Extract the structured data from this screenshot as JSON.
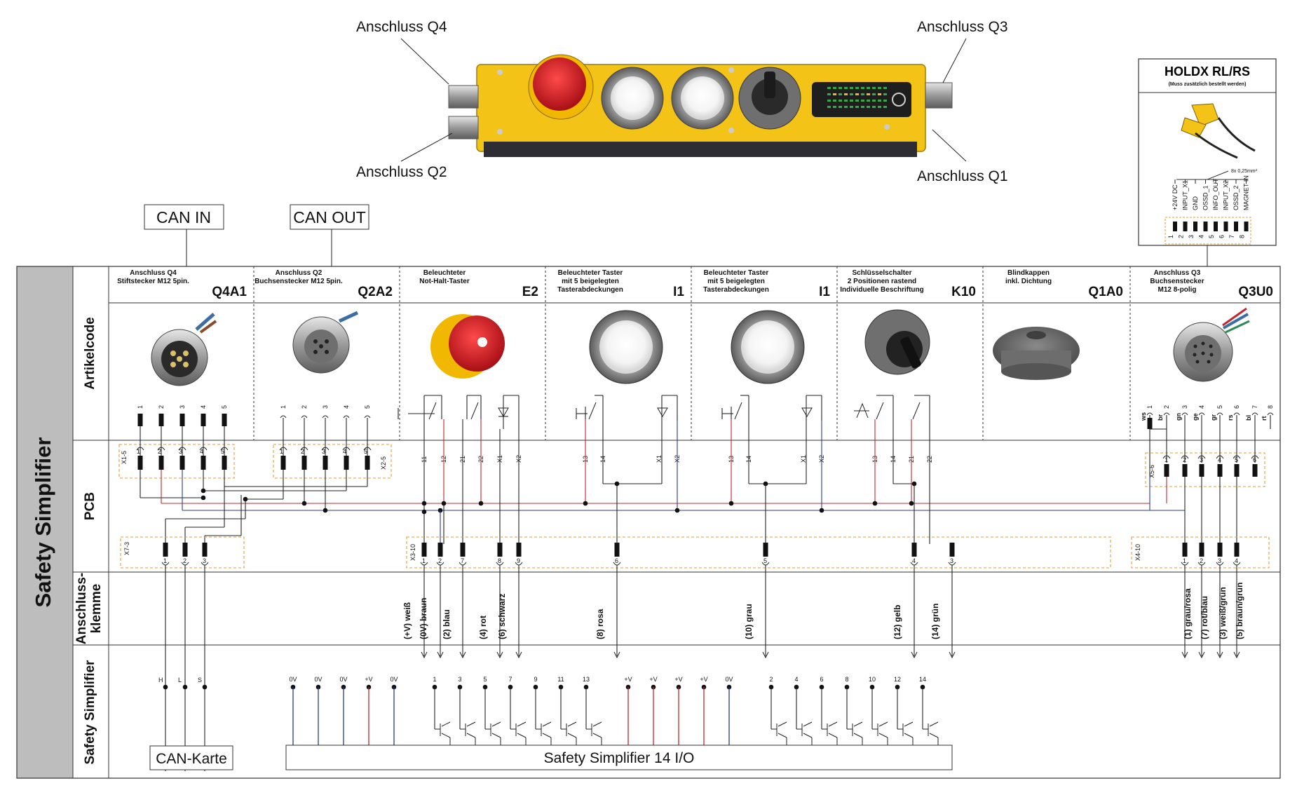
{
  "top": {
    "anschluss_q4": "Anschluss Q4",
    "anschluss_q3": "Anschluss Q3",
    "anschluss_q2": "Anschluss Q2",
    "anschluss_q1": "Anschluss Q1"
  },
  "holdx": {
    "title": "HOLDX RL/RS",
    "subtitle": "(Muss zusätzlich bestellt werden)",
    "cable": "8x 0,25mm²",
    "pins": [
      "+24V DC",
      "INPUT_X1",
      "GND",
      "OSSD_1",
      "INFO_OUT",
      "INPUT_X2",
      "OSSD_2",
      "MAGNET IN"
    ],
    "pin_numbers": [
      "1",
      "2",
      "3",
      "4",
      "5",
      "6",
      "7",
      "8"
    ]
  },
  "can": {
    "in": "CAN IN",
    "out": "CAN OUT"
  },
  "side_title": "Safety Simplifier",
  "rows": {
    "artikelcode": "Artikelcode",
    "pcb": "PCB",
    "anschlussklemme_1": "Anschluss-",
    "anschlussklemme_2": "klemme",
    "safety": "Safety Simplifier"
  },
  "columns": [
    {
      "desc": [
        "Anschluss Q4",
        "Stiftstecker M12 5pin."
      ],
      "code": "Q4A1"
    },
    {
      "desc": [
        "Anschluss Q2",
        "Buchsenstecker M12 5pin."
      ],
      "code": "Q2A2"
    },
    {
      "desc": [
        "Beleuchteter",
        "Not-Halt-Taster"
      ],
      "code": "E2"
    },
    {
      "desc": [
        "Beleuchteter Taster",
        "mit 5 beigelegten",
        "Tasterabdeckungen"
      ],
      "code": "I1"
    },
    {
      "desc": [
        "Beleuchteter Taster",
        "mit 5 beigelegten",
        "Tasterabdeckungen"
      ],
      "code": "I1"
    },
    {
      "desc": [
        "Schlüsselschalter",
        "2 Positionen rastend",
        "Individuelle Beschriftung"
      ],
      "code": "K10"
    },
    {
      "desc": [
        "Blindkappen",
        "inkl. Dichtung"
      ],
      "code": "Q1A0"
    },
    {
      "desc": [
        "Anschluss Q3",
        "Buchsenstecker",
        "M12 8-polig"
      ],
      "code": "Q3U0"
    }
  ],
  "connectors": {
    "x1": "X1-5",
    "x2": "X2-5",
    "x7": "X7-3",
    "x3": "X3-10",
    "x5": "X5-6",
    "x4": "X4-10"
  },
  "q3_wire_colors": [
    "ws",
    "br",
    "gn",
    "ge",
    "gr",
    "rs",
    "bl",
    "rt"
  ],
  "terminal_labels": {
    "e2_1": "11",
    "e2_2": "12",
    "e2_3": "21",
    "e2_4": "22",
    "e2_5": "X1",
    "e2_6": "X2",
    "i1a_1": "13",
    "i1a_2": "14",
    "i1a_3": "X1",
    "i1a_4": "X2",
    "i1b_1": "13",
    "i1b_2": "14",
    "i1b_3": "X1",
    "i1b_4": "X2",
    "k10_1": "13",
    "k10_2": "14",
    "k10_3": "21",
    "k10_4": "22"
  },
  "klemme_wires": [
    "(+V) weiß",
    "(0V) braun",
    "(2) blau",
    "(4) rot",
    "(6) schwarz",
    "(8) rosa",
    "(10) grau",
    "(12) gelb",
    "(14) grün",
    "(1) grau/rosa",
    "(7) rot/blau",
    "(3) weiß/grün",
    "(5) braun/grün"
  ],
  "bottom": {
    "can_pins": [
      "H",
      "L",
      "S"
    ],
    "left_pins": [
      "0V",
      "0V",
      "0V",
      "+V",
      "0V",
      "1",
      "3",
      "5",
      "7",
      "9",
      "11",
      "13"
    ],
    "right_pins": [
      "+V",
      "+V",
      "+V",
      "+V",
      "0V",
      "2",
      "4",
      "6",
      "8",
      "10",
      "12",
      "14"
    ],
    "can_karte": "CAN-Karte",
    "main_box": "Safety Simplifier 14 I/O"
  },
  "colors": {
    "housing_yellow": "#f3c318",
    "estop_red": "#d81f27",
    "wire_red": "#c1272d",
    "wire_blue": "#2b3a8f",
    "connector_orange": "#e39b3a",
    "side_panel": "#bdbdbd"
  }
}
